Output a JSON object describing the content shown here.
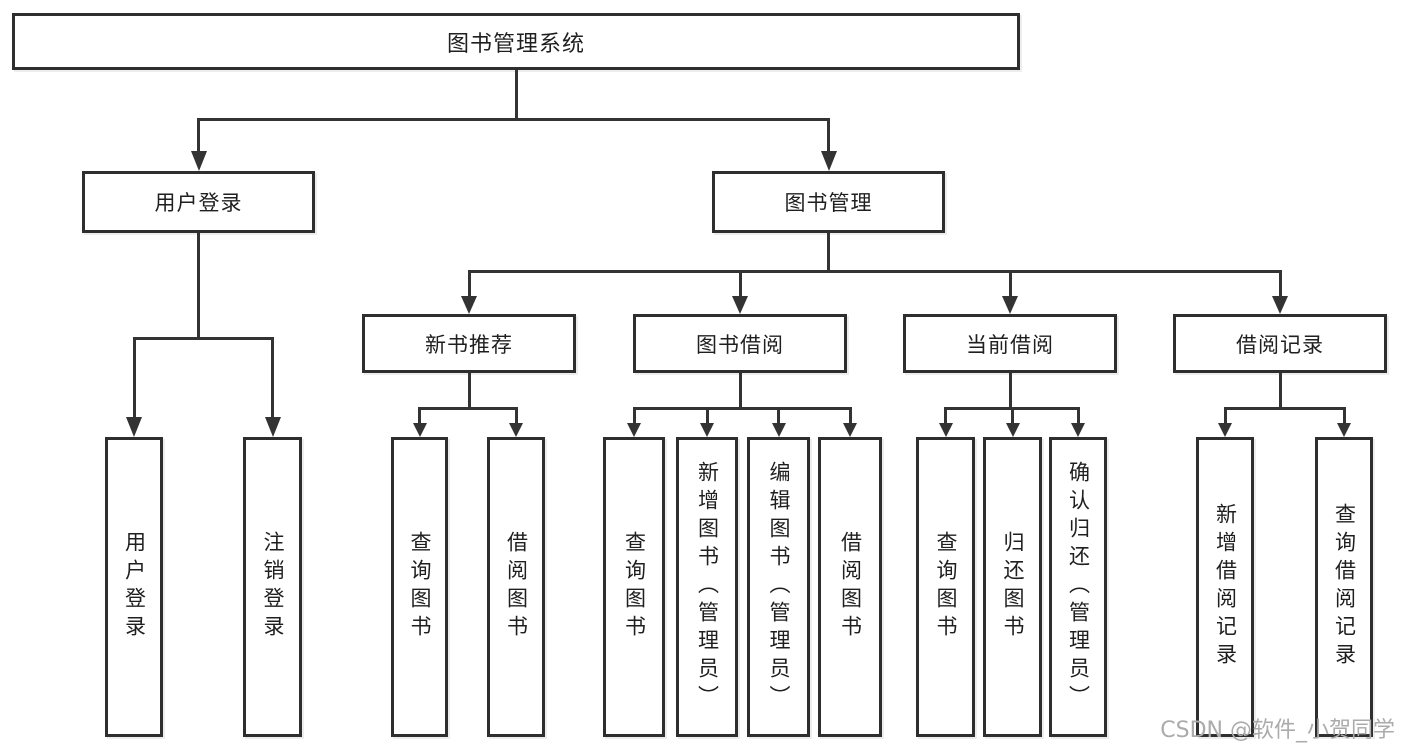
{
  "diagram": {
    "root": "图书管理系统",
    "level2": [
      {
        "label": "用户登录"
      },
      {
        "label": "图书管理"
      }
    ],
    "level3": [
      {
        "label": "新书推荐"
      },
      {
        "label": "图书借阅"
      },
      {
        "label": "当前借阅"
      },
      {
        "label": "借阅记录"
      }
    ],
    "leaves": {
      "login": [
        "用户登录",
        "注销登录"
      ],
      "recommend": [
        "查询图书",
        "借阅图书"
      ],
      "borrow": [
        "查询图书",
        "新增图书（管理员）",
        "编辑图书（管理员）",
        "借阅图书"
      ],
      "current": [
        "查询图书",
        "归还图书",
        "确认归还（管理员）"
      ],
      "records": [
        "新增借阅记录",
        "查询借阅记录"
      ]
    }
  },
  "watermark": "CSDN @软件_小贺同学",
  "colors": {
    "line": "#333333",
    "border": "#2e2e2e",
    "text": "#1f1f1f",
    "watermark": "#ababab"
  }
}
